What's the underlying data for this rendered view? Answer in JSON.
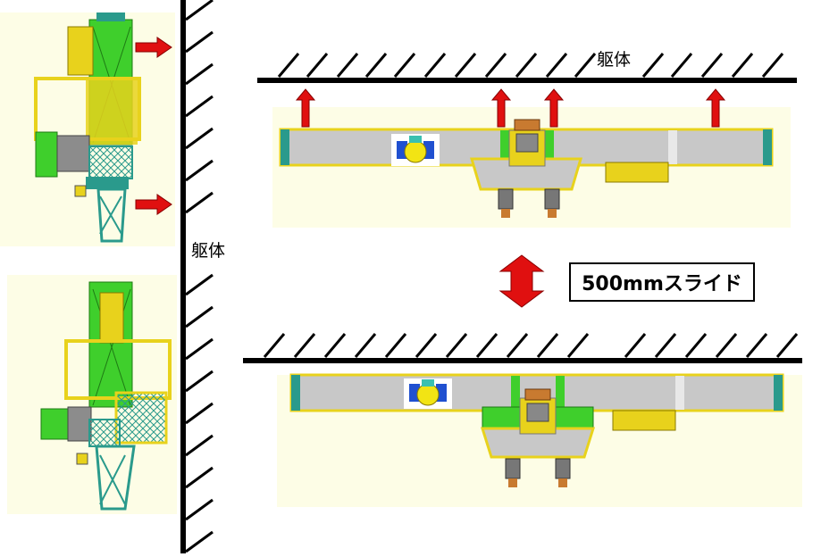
{
  "labels": {
    "structure_top": "躯体",
    "structure_wall": "躯体",
    "slide": "500mmスライド"
  },
  "colors": {
    "panel_bg": "#fdfde6",
    "frame_yellow": "#e8d21c",
    "frame_green": "#3fcf2c",
    "frame_teal": "#2a9a8c",
    "beam_gray": "#c8c8c8",
    "arrow_red": "#e01010",
    "wall_black": "#000000"
  },
  "icons": {
    "push_arrow": "red-arrow-icon",
    "slide_arrow": "double-arrow-icon",
    "operator": "operator-figure-icon"
  }
}
